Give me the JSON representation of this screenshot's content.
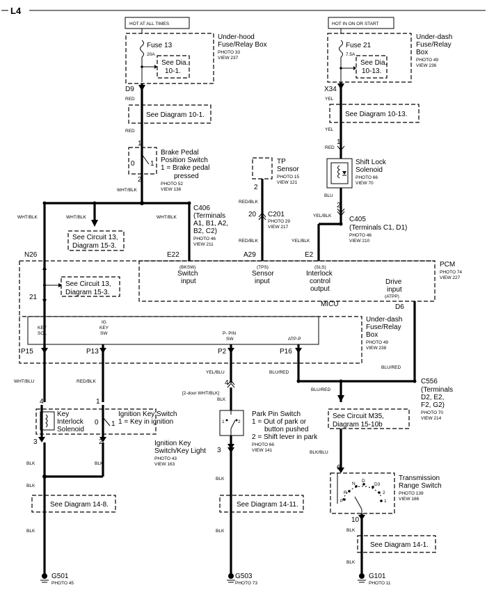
{
  "header": {
    "page_id": "L4"
  },
  "power": {
    "hot_always": "HOT AT ALL TIMES",
    "hot_on": "HOT IN ON OR START"
  },
  "underhood_box": {
    "title_1": "Under-hood",
    "title_2": "Fuse/Relay Box",
    "photo": "PHOTO 33",
    "view": "VIEW 237",
    "fuse_label": "Fuse 13",
    "fuse_rating": "20A",
    "see_1": "See Dia.",
    "see_2": "10-1.",
    "terminal": "D9"
  },
  "underdash_box_top": {
    "title_1": "Under-dash",
    "title_2": "Fuse/Relay",
    "title_3": "Box",
    "photo": "PHOTO 49",
    "view": "VIEW 236",
    "fuse_label": "Fuse 21",
    "fuse_rating": "7.5A",
    "see_1": "See Dia.",
    "see_2": "10-13.",
    "terminal": "X34"
  },
  "wire_colors": {
    "red": "RED",
    "yel": "YEL",
    "wht_blk": "WHT/BLK",
    "red_blk": "RED/BLK",
    "yel_blk": "YEL/BLK",
    "blu": "BLU",
    "wht_blu": "WHT/BLU",
    "yel_blu": "YEL/BLU",
    "blu_red": "BLU/RED",
    "blk": "BLK",
    "blk_blu": "BLK/BLU"
  },
  "see_boxes": {
    "diag_10_1": "See Diagram  10-1.",
    "diag_10_13": "See Diagram 10-13.",
    "circuit13_a_1": "See Circuit 13,",
    "circuit13_a_2": "Diagram 15-3.",
    "circuit13_b_1": "See Circuit 13,",
    "circuit13_b_2": "Diagram 15-3.",
    "m35_1": "See Circuit M35,",
    "m35_2": "Diagram  15-10b",
    "diag_14_8": "See  Diagram 14-8.",
    "diag_14_11": "See Diagram 14-11.",
    "diag_14_1": "See Diagram 14-1."
  },
  "brake_switch": {
    "title_1": "Brake Pedal",
    "title_2": "Position Switch",
    "desc_1": "1 =  Brake pedal",
    "desc_2": "pressed",
    "photo": "PHOTO 52",
    "view": "VIEW 136",
    "pos_0": "0",
    "pos_1": "1",
    "pin_1": "1",
    "pin_2": "2"
  },
  "tp_sensor": {
    "title_1": "TP",
    "title_2": "Sensor",
    "photo": "PHOTO 15",
    "view": "VIEW 121",
    "pin": "2"
  },
  "shift_lock": {
    "title_1": "Shift Lock",
    "title_2": "Solenoid",
    "photo": "PHOTO 66",
    "view": "VIEW 70",
    "pin_1": "1",
    "pin_2": "2"
  },
  "c201": {
    "label": "C201",
    "photo": "PHOTO 29",
    "view": "VIEW 217",
    "pin": "20"
  },
  "c405": {
    "label": "C405",
    "desc": "(Terminals C1, D1)",
    "photo": "PHOTO 46",
    "view": "VIEW 210"
  },
  "c406": {
    "label": "C406",
    "desc_1": "(Terminals",
    "desc_2": "A1, B1, A2,",
    "desc_3": "B2, C2)",
    "photo": "PHOTO 46",
    "view": "VIEW 211"
  },
  "pcm": {
    "title": "PCM",
    "photo": "PHOTO 74",
    "view": "VIEW 227",
    "term_e22": "E22",
    "term_a29": "A29",
    "term_e2": "E2",
    "term_d6": "D6",
    "bksw_code": "(BKSW)",
    "bksw_1": "Switch",
    "bksw_2": "input",
    "tps_code": "(TPS)",
    "tps_1": "Sensor",
    "tps_2": "input",
    "sls_code": "(SLS)",
    "sls_1": "Interlock",
    "sls_2": "control",
    "sls_3": "output",
    "atpp_1": "Drive",
    "atpp_2": "input",
    "atpp_code": "(ATPP)"
  },
  "micu": {
    "title": "MICU",
    "term_n26": "N26",
    "term_21": "21",
    "keysol_1": "KEY",
    "keysol_2": "SOL",
    "igkey_1": "IG",
    "igkey_2": "KEY",
    "igkey_3": "SW",
    "ppin_1": "P- PIN",
    "ppin_2": "SW",
    "atpp": "ATP-P",
    "term_p15": "P15",
    "term_p13": "P13",
    "term_p2": "P2",
    "term_p16": "P16"
  },
  "underdash_box_mid": {
    "title_1": "Under-dash",
    "title_2": "Fuse/Relay",
    "title_3": "Box",
    "photo": "PHOTO 49",
    "view": "VIEW 238"
  },
  "c556": {
    "label": "C556",
    "desc_1": "(Terminals",
    "desc_2": "D2, E2,",
    "desc_3": "F2, G2)",
    "photo": "PHOTO 70",
    "view": "VIEW 214"
  },
  "ignition_switch": {
    "key_1": "Key",
    "key_2": "Interlock",
    "key_3": "Solenoid",
    "sw_title": "Ignition Key Switch",
    "sw_desc": "1 =  Key in ignition",
    "title_1": "Ignition Key",
    "title_2": "Switch/Key Light",
    "photo": "PHOTO 43",
    "view": "VIEW 163",
    "pin_4": "4",
    "pin_1": "1",
    "pin_3": "3",
    "pin_2": "2",
    "pos_0": "0",
    "pos_1": "1"
  },
  "park_pin": {
    "title": "Park Pin Switch",
    "desc_1": "1 = Out of park or",
    "desc_2": "button pushed",
    "desc_3": "2 = Shift lever in park",
    "photo": "PHOTO 66",
    "view": "VIEW 141",
    "pin_4": "4",
    "pin_3": "3",
    "pos_1": "1",
    "pos_2": "2",
    "door_note": "[2-door WHT/BLK]"
  },
  "trans_range": {
    "title_1": "Transmission",
    "title_2": "Range Switch",
    "photo": "PHOTO 139",
    "view": "VIEW 186",
    "pin_6": "6",
    "pin_10": "10",
    "pos_p": "P",
    "pos_r": "R",
    "pos_n": "N",
    "pos_d": "D",
    "pos_d3": "D3",
    "pos_2": "2",
    "pos_1": "1"
  },
  "grounds": {
    "g501": "G501",
    "g501_photo": "PHOTO 45",
    "g503": "G503",
    "g503_photo": "PHOTO 73",
    "g101": "G101",
    "g101_photo": "PHOTO 11"
  }
}
